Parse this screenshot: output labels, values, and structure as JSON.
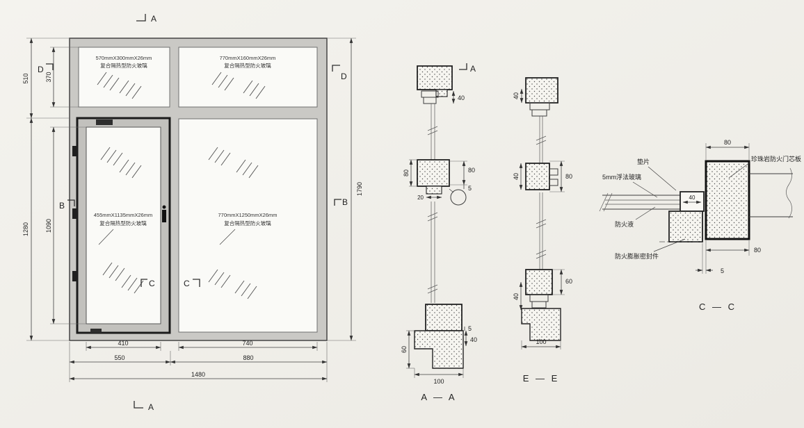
{
  "drawing": {
    "elevation": {
      "glass_labels": {
        "top_left_1": "570mmX300mmX26mm",
        "top_left_2": "复合隔热型防火玻璃",
        "top_right_1": "770mmX160mmX26mm",
        "top_right_2": "复合隔热型防火玻璃",
        "door_1": "455mmX1135mmX26mm",
        "door_2": "复合隔热型防火玻璃",
        "right_1": "770mmX1250mmX26mm",
        "right_2": "复合隔热型防火玻璃"
      },
      "dims": {
        "total_width": "1480",
        "door_unit_width": "550",
        "right_unit_width": "880",
        "door_glass_width": "410",
        "right_glass_width": "740",
        "total_height": "1790",
        "transom_height": "510",
        "transom_glass_height": "370",
        "lower_height": "1280",
        "door_glass_height": "1090"
      },
      "markers": {
        "a_top": "A",
        "a_bottom": "A",
        "b_left": "B",
        "b_right": "B",
        "c_left": "C",
        "c_right": "C",
        "d_left": "D",
        "d_right": "D"
      }
    },
    "section_aa": {
      "title": "A — A",
      "marker_a": "A",
      "dims": {
        "head": "40",
        "transom_left": "80",
        "transom_right": "80",
        "transom_lip": "20",
        "transom_gap": "5",
        "sill_height": "60",
        "sill_gap": "5",
        "sill_step": "40",
        "frame_width": "100"
      }
    },
    "section_ee": {
      "title": "E — E",
      "dims": {
        "head": "40",
        "mid_left": "40",
        "mid_right": "80",
        "bottom_left": "40",
        "bottom_right": "60",
        "frame_width": "100"
      }
    },
    "section_cc": {
      "title": "C — C",
      "dims": {
        "top_width": "80",
        "glass_stop": "40",
        "bottom_width": "80",
        "gap": "5"
      },
      "callouts": {
        "gasket": "垫片",
        "float_glass": "5mm浮法玻璃",
        "fireproof_liquid": "防火液",
        "intumescent_seal": "防火膨胀密封件",
        "door_core": "珍珠岩防火门芯板"
      }
    }
  }
}
